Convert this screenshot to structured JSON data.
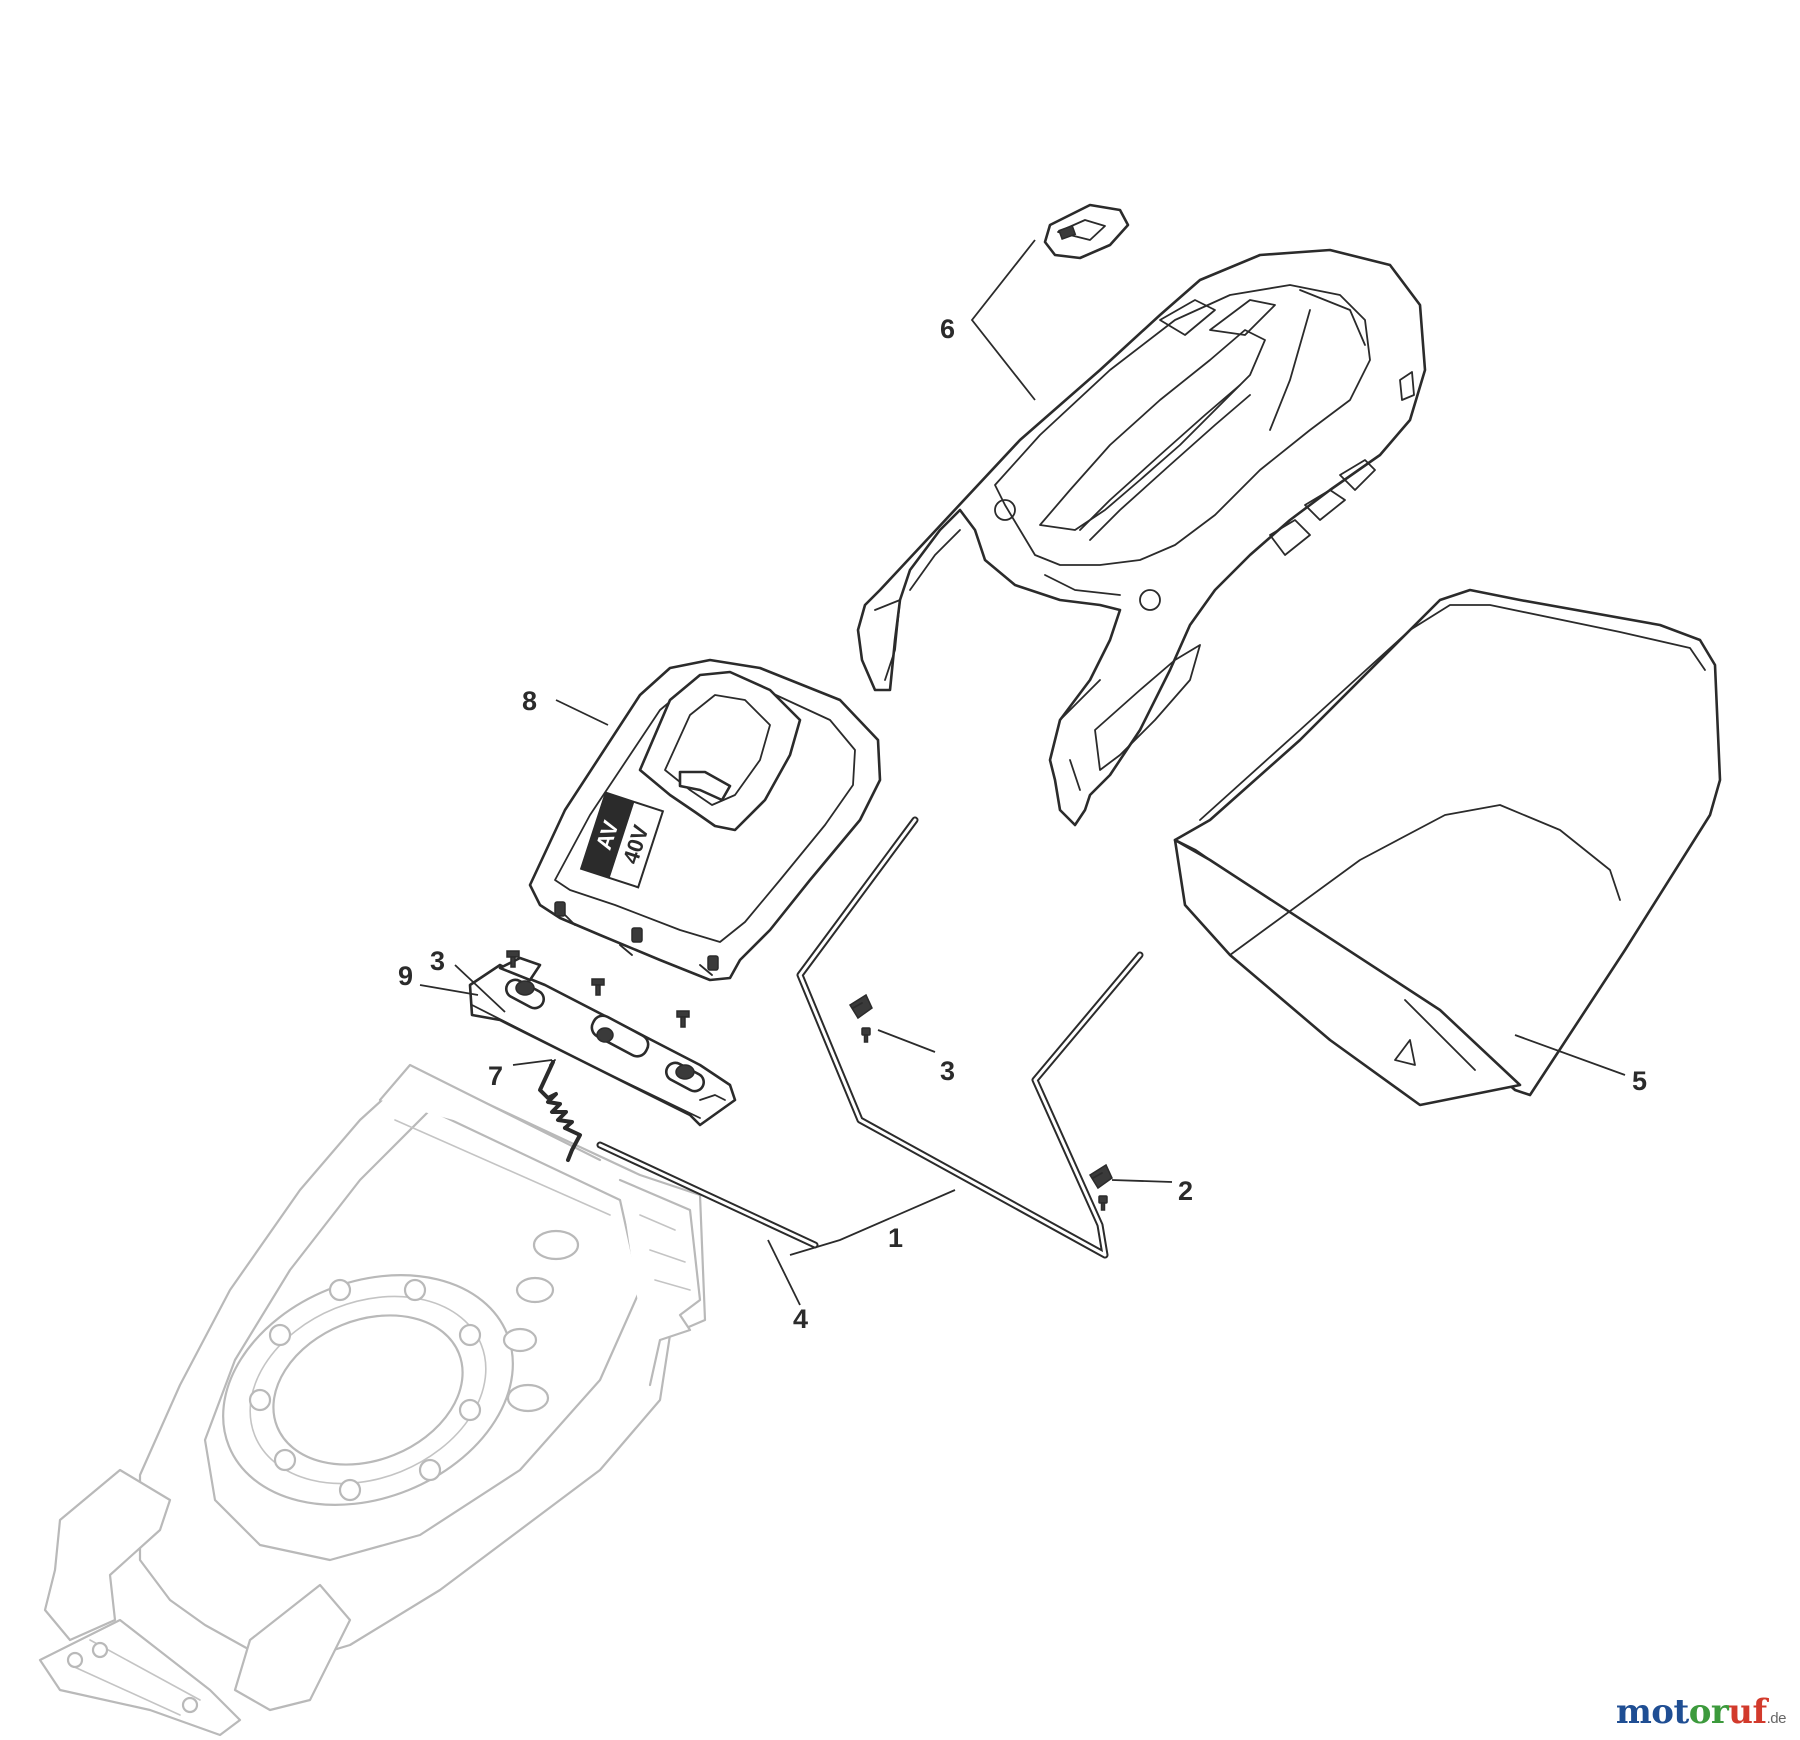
{
  "callouts": [
    {
      "id": "c1",
      "label": "1",
      "part": "grass-bag-frame"
    },
    {
      "id": "c2",
      "label": "2",
      "part": "clip-and-screw"
    },
    {
      "id": "c3a",
      "label": "3",
      "part": "screw"
    },
    {
      "id": "c3b",
      "label": "3",
      "part": "clip-and-screw"
    },
    {
      "id": "c4",
      "label": "4",
      "part": "hinge-rod"
    },
    {
      "id": "c5",
      "label": "5",
      "part": "grass-bag"
    },
    {
      "id": "c6",
      "label": "6",
      "part": "grass-bag-top-cover"
    },
    {
      "id": "c7",
      "label": "7",
      "part": "torsion-spring"
    },
    {
      "id": "c8",
      "label": "8",
      "part": "rear-flap"
    },
    {
      "id": "c9",
      "label": "9",
      "part": "flap-hinge-bracket"
    }
  ],
  "decal": {
    "line1": "AV",
    "line2": "40V"
  },
  "watermark": {
    "part1": "mot",
    "part2": "or",
    "part3": "uf",
    "tld": ".de"
  },
  "colors": {
    "line": "#2b2b2b",
    "ghost_line": "#b9b9b9",
    "brand_blue": "#1f4e93",
    "brand_green": "#3c9a3c",
    "brand_red": "#d23a2c"
  }
}
